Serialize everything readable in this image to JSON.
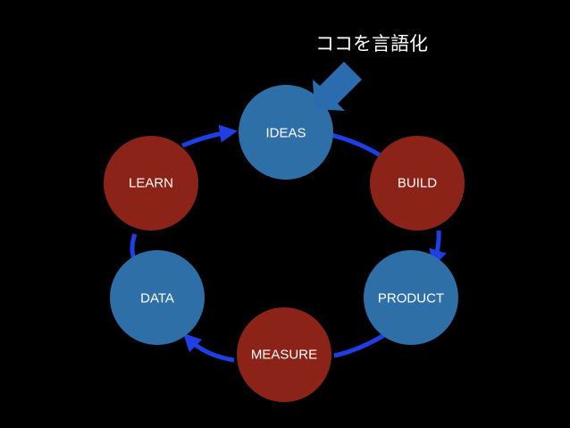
{
  "note": {
    "label": "ココを言語化",
    "arrow_color": "#2a6cad"
  },
  "colors": {
    "background": "#000000",
    "blue_node": "#2f6fa8",
    "red_node": "#8b2318",
    "cycle_arrow": "#1f3fe6",
    "text": "#ffffff"
  },
  "nodes": [
    {
      "id": "ideas",
      "label": "IDEAS",
      "color": "blue"
    },
    {
      "id": "build",
      "label": "BUILD",
      "color": "red"
    },
    {
      "id": "product",
      "label": "PRODUCT",
      "color": "blue"
    },
    {
      "id": "measure",
      "label": "MEASURE",
      "color": "red"
    },
    {
      "id": "data",
      "label": "DATA",
      "color": "blue"
    },
    {
      "id": "learn",
      "label": "LEARN",
      "color": "red"
    }
  ]
}
